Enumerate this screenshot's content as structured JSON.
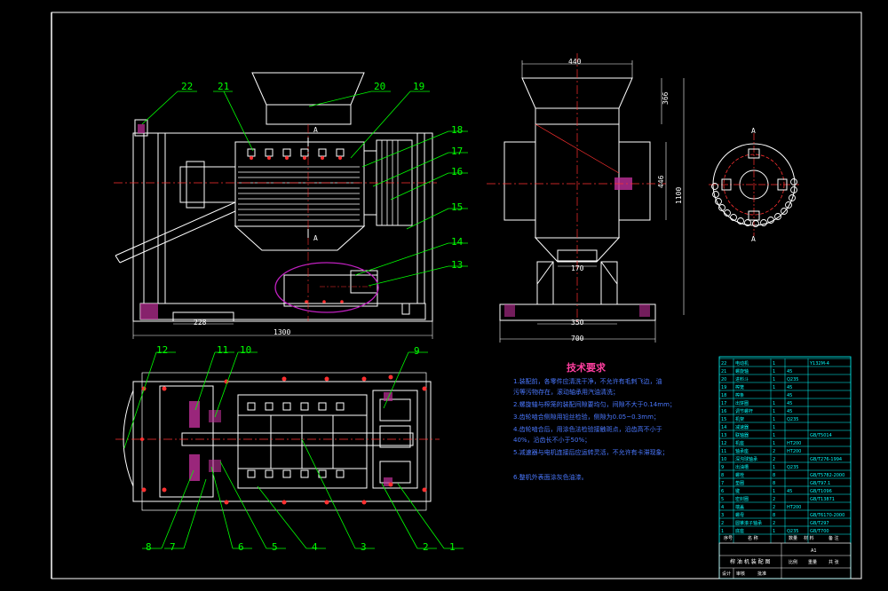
{
  "drawing": {
    "balloons": [
      "1",
      "2",
      "3",
      "4",
      "5",
      "6",
      "7",
      "8",
      "9",
      "10",
      "11",
      "12",
      "13",
      "14",
      "15",
      "16",
      "17",
      "18",
      "19",
      "20",
      "21",
      "22"
    ],
    "dimensions": {
      "front_length": "1300",
      "front_base": "228",
      "side_top_width": "440",
      "side_hopper_height": "366",
      "side_body_height": "446",
      "side_total_height": "1100",
      "side_outlet_width": "170",
      "side_foot_inner": "350",
      "side_foot_width": "700"
    },
    "section_marks": [
      "A",
      "A",
      "A",
      "A"
    ],
    "technical_requirements": {
      "title": "技术要求",
      "items": [
        "1.装配前，各零件应清洗干净，不允许有毛刺飞边，油",
        "污等污物存在，滚动轴承用汽油清洗；",
        "2.螺旋轴与榨笼的装配间隙要均匀，间隙不大于0.14mm；",
        "3.齿轮啮合侧隙用铅丝检验，侧隙为0.05~0.3mm；",
        "4.齿轮啮合后，用涂色法检验接触斑点，沿齿高不小于",
        "40%，沿齿长不小于50%；",
        "5.减速器与电机连接后应运转灵活，不允许有卡滞现象；",
        "6.整机外表面涂灰色油漆。"
      ]
    },
    "title_block": {
      "rows": [
        [
          "22",
          "电动机",
          "1",
          "",
          "Y132M-4"
        ],
        [
          "21",
          "螺旋轴",
          "1",
          "45",
          ""
        ],
        [
          "20",
          "进料斗",
          "1",
          "Q235",
          ""
        ],
        [
          "19",
          "榨笼",
          "1",
          "45",
          ""
        ],
        [
          "18",
          "榨条",
          "",
          "45",
          ""
        ],
        [
          "17",
          "出饼圈",
          "1",
          "45",
          ""
        ],
        [
          "16",
          "调节螺杆",
          "1",
          "45",
          ""
        ],
        [
          "15",
          "机架",
          "1",
          "Q235",
          ""
        ],
        [
          "14",
          "减速器",
          "1",
          "",
          ""
        ],
        [
          "13",
          "联轴器",
          "1",
          "",
          "GB/T5014"
        ],
        [
          "12",
          "机座",
          "1",
          "HT200",
          ""
        ],
        [
          "11",
          "轴承座",
          "2",
          "HT200",
          ""
        ],
        [
          "10",
          "深沟球轴承",
          "2",
          "",
          "GB/T276-1994"
        ],
        [
          "9",
          "出油槽",
          "1",
          "Q235",
          ""
        ],
        [
          "8",
          "螺栓",
          "8",
          "",
          "GB/T5782-2000"
        ],
        [
          "7",
          "垫圈",
          "8",
          "",
          "GB/T97.1"
        ],
        [
          "6",
          "键",
          "1",
          "45",
          "GB/T1096"
        ],
        [
          "5",
          "密封圈",
          "2",
          "",
          "GB/T13871"
        ],
        [
          "4",
          "端盖",
          "2",
          "HT200",
          ""
        ],
        [
          "3",
          "螺母",
          "8",
          "",
          "GB/T6170-2000"
        ],
        [
          "2",
          "圆锥滚子轴承",
          "2",
          "",
          "GB/T297"
        ],
        [
          "1",
          "底座",
          "1",
          "Q235",
          "GB/T700"
        ]
      ],
      "header": [
        "序号",
        "名 称",
        "数量",
        "材 料",
        "备 注"
      ],
      "drawing_name": "榨 油 机 装 配 图",
      "sheet_info": "A1",
      "footer_left": [
        "设计",
        "审核",
        "批准"
      ],
      "footer_right": [
        "比例",
        "重量",
        "共 张"
      ]
    }
  }
}
